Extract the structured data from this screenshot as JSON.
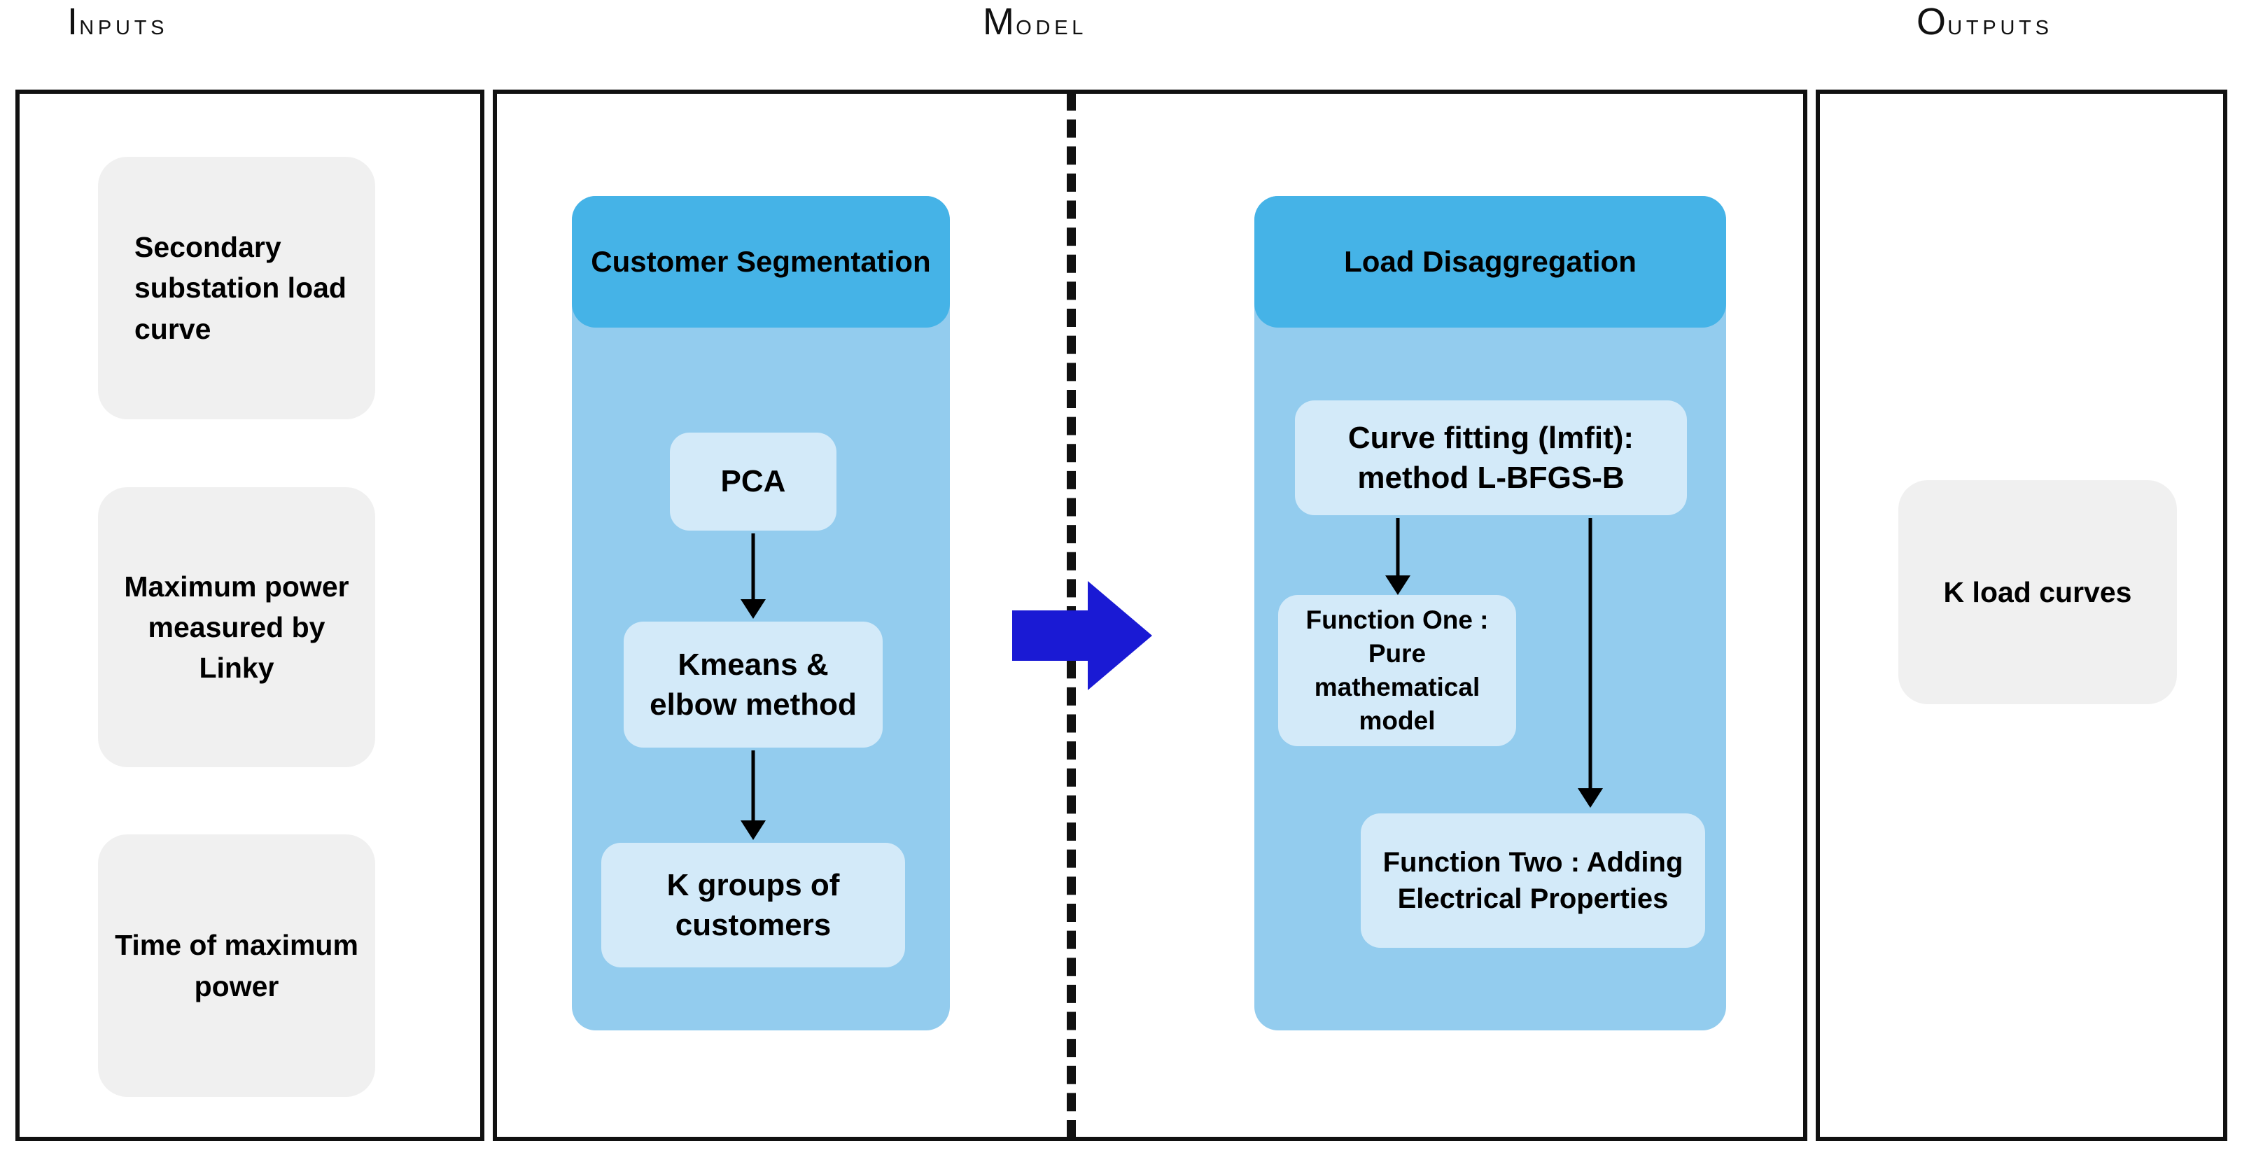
{
  "headers": {
    "inputs": {
      "cap": "I",
      "rest": "nputs",
      "full": "INPUTS"
    },
    "model": {
      "cap": "M",
      "rest": "odel",
      "full": "MODEL"
    },
    "outputs": {
      "cap": "O",
      "rest": "utputs",
      "full": "OUTPUTS"
    }
  },
  "colors": {
    "panel_border": "#111111",
    "card_gray": "#f0f0f0",
    "stage_body_blue": "#93ccee",
    "stage_header_blue": "#45b3e7",
    "node_pale_blue": "#d3eaf9",
    "big_arrow_blue": "#1a1ad4",
    "text": "#000000"
  },
  "inputs": {
    "cards": [
      {
        "id": "secondary-substation-load-curve",
        "text": "Secondary substation load curve"
      },
      {
        "id": "maximum-power-measured-by-linky",
        "text": "Maximum power measured by Linky"
      },
      {
        "id": "time-of-maximum-power",
        "text": "Time of maximum power"
      }
    ]
  },
  "model": {
    "stages": [
      {
        "id": "customer-segmentation",
        "title": "Customer Segmentation",
        "nodes": [
          {
            "id": "pca",
            "text": "PCA"
          },
          {
            "id": "kmeans-elbow-method",
            "text": "Kmeans & elbow method"
          },
          {
            "id": "k-groups-of-customers",
            "text": "K groups of customers"
          }
        ]
      },
      {
        "id": "load-disaggregation",
        "title": "Load Disaggregation",
        "nodes": [
          {
            "id": "curve-fitting-lmfit",
            "text": "Curve fitting (lmfit): method L-BFGS-B"
          },
          {
            "id": "function-one",
            "text": "Function One : Pure mathematical model"
          },
          {
            "id": "function-two",
            "text": "Function Two : Adding Electrical Properties"
          }
        ]
      }
    ],
    "flow_arrow": {
      "id": "segmentation-to-disaggregation",
      "direction": "right"
    },
    "divider": {
      "id": "model-stage-divider",
      "style": "dashed-vertical"
    }
  },
  "outputs": {
    "cards": [
      {
        "id": "k-load-curves",
        "text": "K load curves"
      }
    ]
  }
}
